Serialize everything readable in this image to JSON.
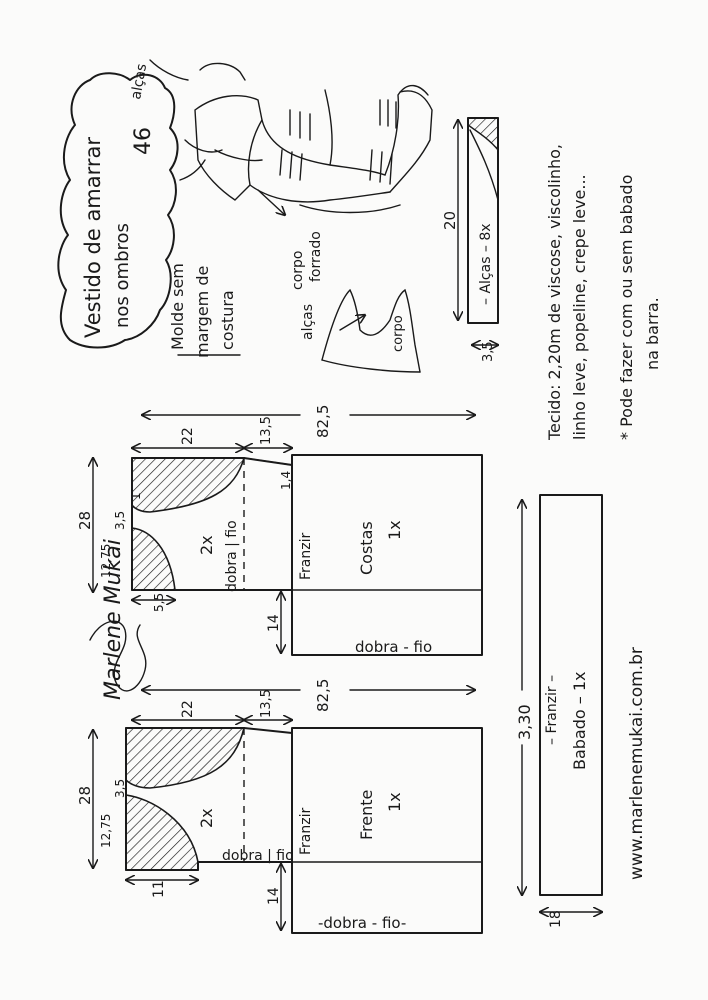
{
  "title": {
    "line1": "Vestido de amarrar",
    "line2": "nos ombros",
    "size": "46"
  },
  "note_margin": {
    "line1": "Molde sem",
    "line2": "margem de",
    "line3": "costura",
    "quote_marks": "\"  :  \""
  },
  "sketch_labels": {
    "alcas": "alças",
    "corpo_forrado_1": "corpo",
    "corpo_forrado_2": "forrado",
    "alcas_2": "alças",
    "corpo": "corpo"
  },
  "strap": {
    "length": "20",
    "label": "– Alças – 8x",
    "width": "3,5"
  },
  "fabric": {
    "line1": "Tecido: 2,20m de viscose, viscolinho,",
    "line2": "linho leve, popeline, crepe leve...",
    "note1": "* Pode fazer com ou sem babado",
    "note2": "na barra."
  },
  "costas": {
    "total_width": "82,5",
    "bodice_width": "22",
    "offset": "13,5",
    "height": "28",
    "dim_12_75": "12,75",
    "dim_3_5": "3,5",
    "dim_1": "1",
    "dim_5_5": "5,5",
    "dim_1_4": "1,4",
    "dim_14": "14",
    "bodice_label": "2x",
    "fold_label": "dobra | fio",
    "gather_label": "Franzir",
    "skirt_name": "Costas",
    "skirt_count": "1x",
    "skirt_fold": "dobra - fio"
  },
  "frente": {
    "total_width": "82,5",
    "bodice_width": "22",
    "offset": "13,5",
    "height": "28",
    "dim_12_75": "12,75",
    "dim_3_5": "3,5",
    "dim_11": "11",
    "dim_14": "14",
    "bodice_label": "2x",
    "fold_label": "dobra | fio",
    "gather_label": "Franzir",
    "skirt_name": "Frente",
    "skirt_count": "1x",
    "skirt_fold": "-dobra - fio-"
  },
  "babado": {
    "length": "3,30",
    "gather_label": "– Franzir –",
    "name": "Babado – 1x",
    "height": "18"
  },
  "signature": "Marlene Mukai",
  "website": "www.marlenemukai.com.br"
}
